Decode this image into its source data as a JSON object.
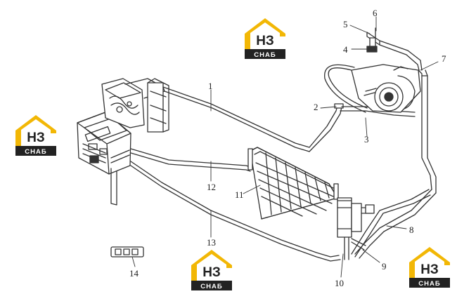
{
  "callouts": [
    {
      "id": "1",
      "label": "1"
    },
    {
      "id": "2",
      "label": "2"
    },
    {
      "id": "3",
      "label": "3"
    },
    {
      "id": "4",
      "label": "4"
    },
    {
      "id": "5",
      "label": "5"
    },
    {
      "id": "6",
      "label": "6"
    },
    {
      "id": "7",
      "label": "7"
    },
    {
      "id": "8",
      "label": "8"
    },
    {
      "id": "9",
      "label": "9"
    },
    {
      "id": "10",
      "label": "10"
    },
    {
      "id": "11",
      "label": "11"
    },
    {
      "id": "12",
      "label": "12"
    },
    {
      "id": "13",
      "label": "13"
    },
    {
      "id": "14",
      "label": "14"
    }
  ],
  "watermark": {
    "letters": "НЗ",
    "caption": "СНАБ",
    "roof_color": "#f2b705",
    "dark_color": "#222222"
  }
}
